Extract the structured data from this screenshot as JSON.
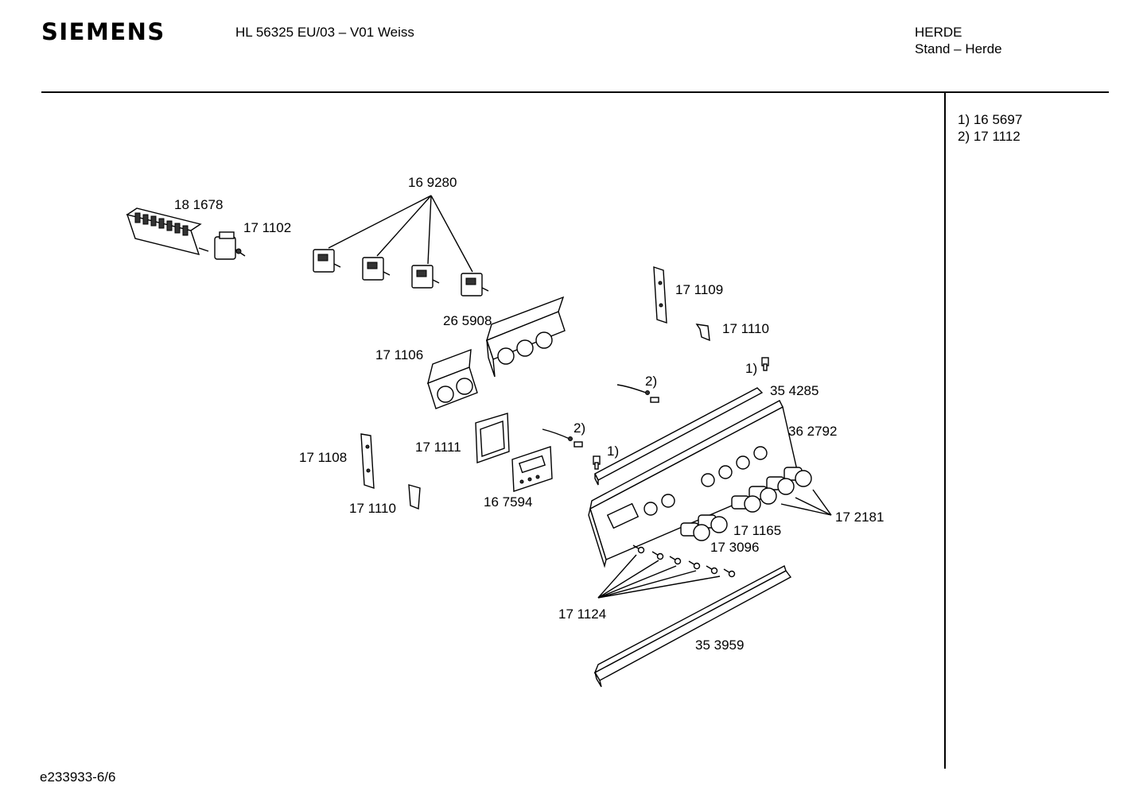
{
  "header": {
    "brand": "SIEMENS",
    "model": "HL 56325 EU/03 – V01 Weiss",
    "category": "HERDE",
    "subcategory": "Stand – Herde"
  },
  "notes": [
    "1) 16 5697",
    "2) 17 1112"
  ],
  "footer": {
    "doc_id": "e233933-6/6"
  },
  "parts": {
    "p181678": "18 1678",
    "p171102": "17 1102",
    "p169280": "16 9280",
    "p265908": "26 5908",
    "p171106": "17 1106",
    "p171109": "17 1109",
    "p171110a": "17 1110",
    "note1a": "1)",
    "p354285": "35 4285",
    "note2a": "2)",
    "p362792": "36 2792",
    "note2b": "2)",
    "p171111": "17 1111",
    "note1b": "1)",
    "p171108": "17 1108",
    "p167594": "16 7594",
    "p171110b": "17 1110",
    "p172181": "17 2181",
    "p171165": "17 1165",
    "p173096": "17 3096",
    "p171124": "17 1124",
    "p353959": "35 3959"
  }
}
